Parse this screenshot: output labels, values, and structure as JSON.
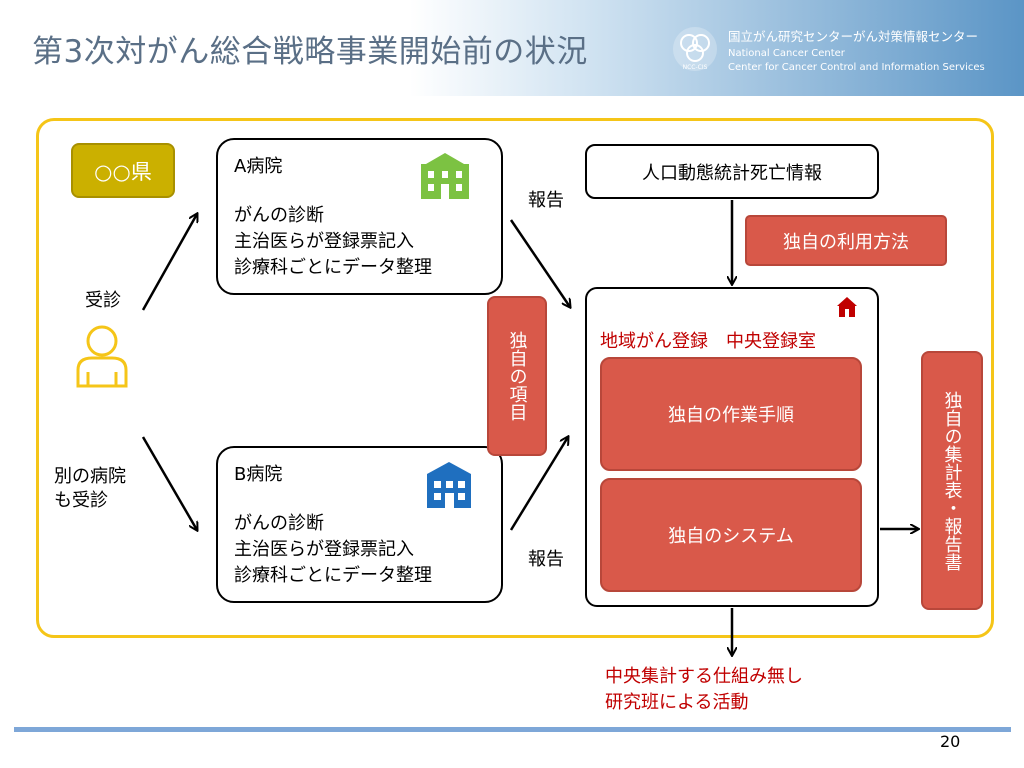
{
  "header": {
    "title": "第3次対がん総合戦略事業開始前の状況",
    "org_name_ja": "国立がん研究センターがん対策情報センター",
    "org_name_en1": "National Cancer Center",
    "org_name_en2": "Center for Cancer Control and Information Services",
    "logo_text": "NCC-CIS"
  },
  "prefecture": "○○県",
  "patient": {
    "visit_label": "受診",
    "other_visit_label_1": "別の病院",
    "other_visit_label_2": "も受診"
  },
  "hospital_a": {
    "name": "A病院",
    "lines": [
      "がんの診断",
      "主治医らが登録票記入",
      "診療科ごとにデータ整理"
    ]
  },
  "hospital_b": {
    "name": "B病院",
    "lines": [
      "がんの診断",
      "主治医らが登録票記入",
      "診療科ごとにデータ整理"
    ]
  },
  "report_label": "報告",
  "own_items": "独自の項目",
  "vital_stats": "人口動態統計死亡情報",
  "own_usage": "独自の利用方法",
  "registry": {
    "label": "地域がん登録　中央登録室",
    "procedure": "独自の作業手順",
    "system": "独自のシステム"
  },
  "own_report": "独自の集計表・報告書",
  "notes": [
    "中央集計する仕組み無し",
    "研究班による活動"
  ],
  "page_number": "20",
  "colors": {
    "frame": "#f5c518",
    "prefecture": "#cbb000",
    "accent_red": "#d9594a",
    "note_red": "#c00000",
    "hospital_a_icon": "#7cc242",
    "hospital_b_icon": "#1f6fbf",
    "patient_icon": "#f5c518"
  }
}
